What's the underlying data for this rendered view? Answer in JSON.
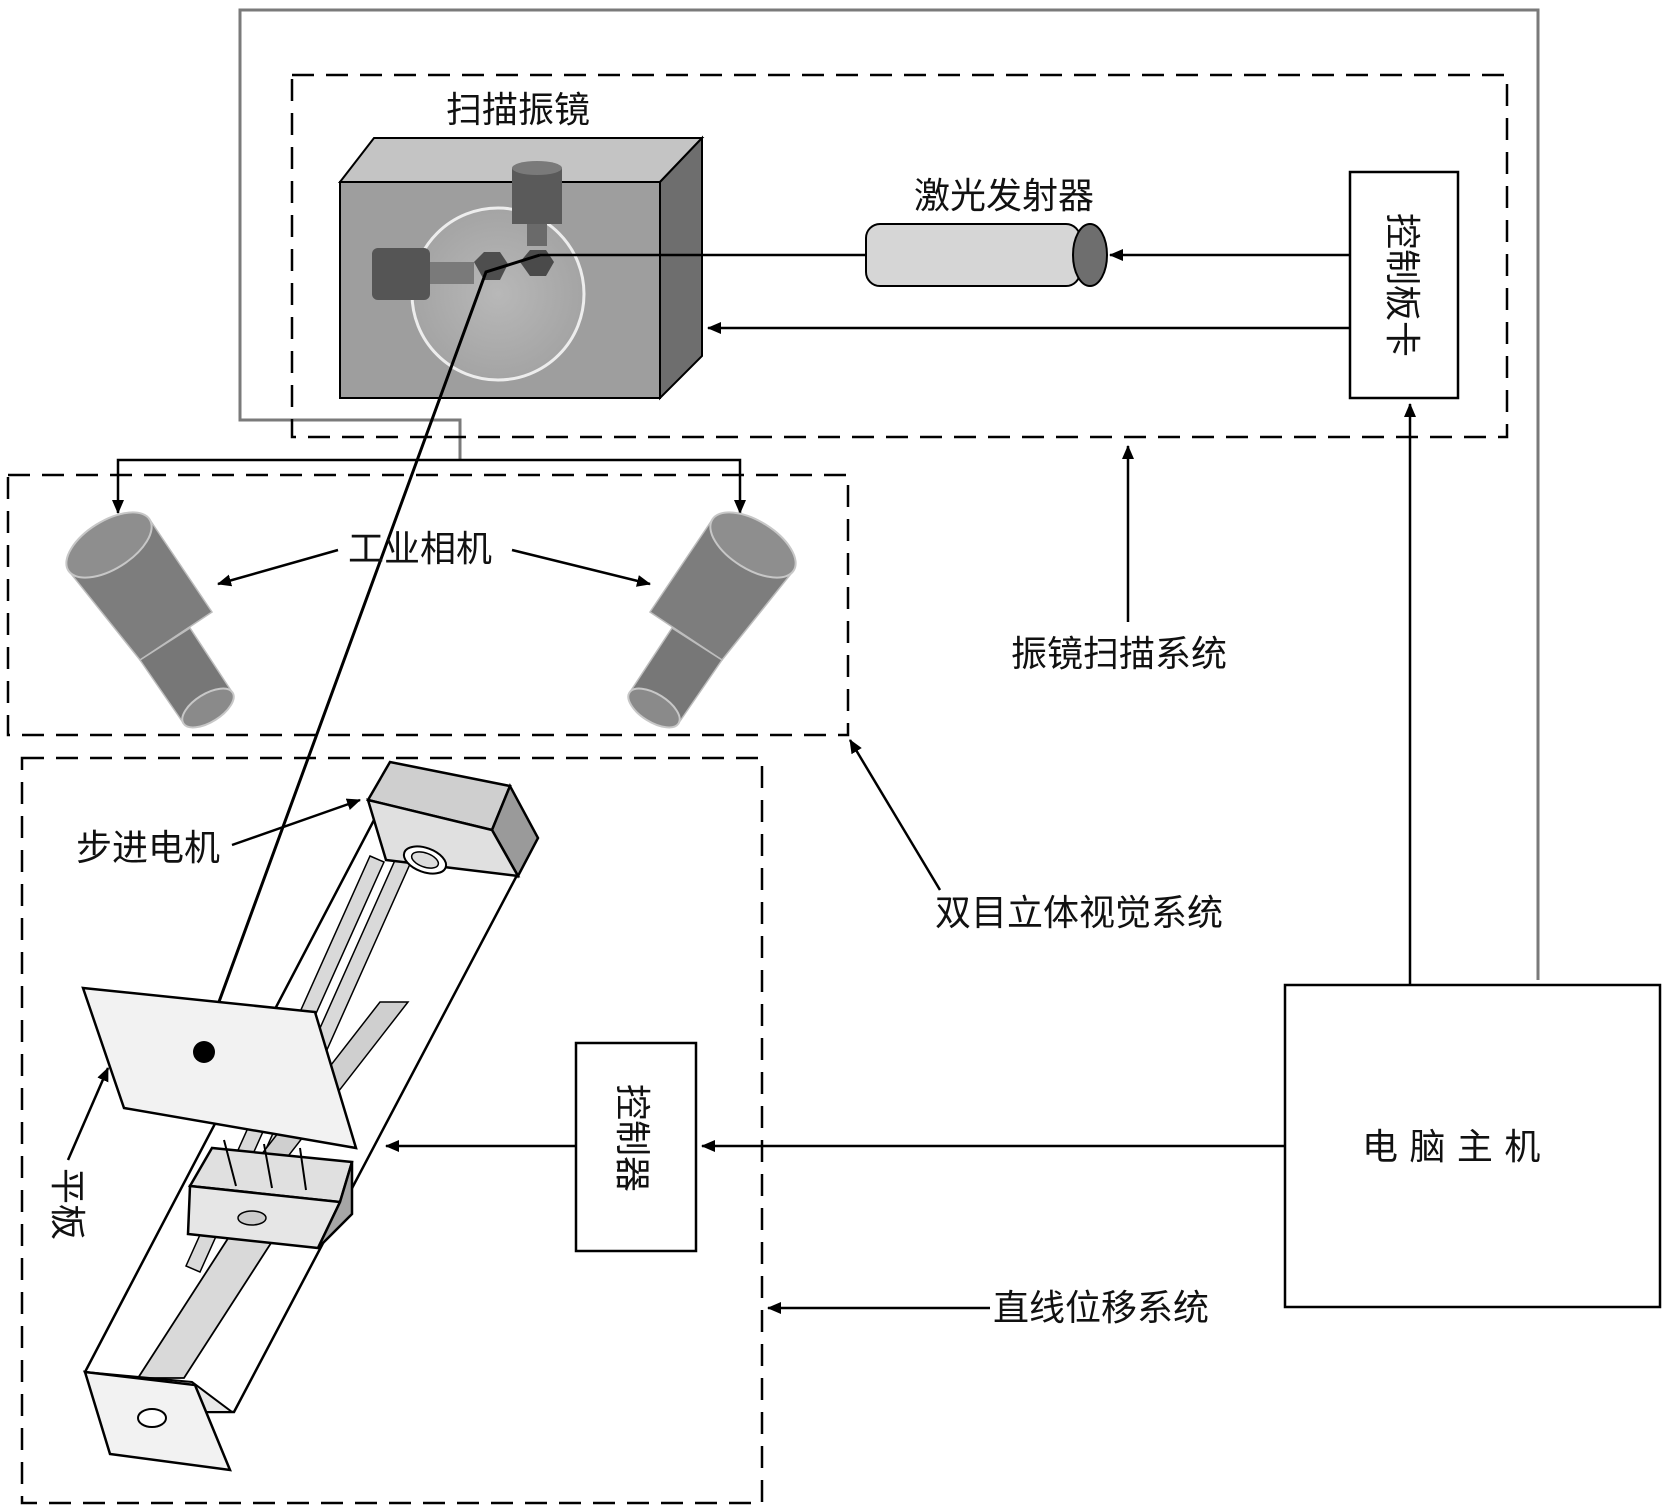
{
  "labels": {
    "scan_galvo": "扫描振镜",
    "laser_emitter": "激光发射器",
    "control_card": "控制板卡",
    "industrial_camera": "工业相机",
    "galvo_scan_system": "振镜扫描系统",
    "stepper_motor": "步进电机",
    "binocular_vision_system": "双目立体视觉系统",
    "controller": "控制器",
    "computer_host": "电 脑 主 机",
    "plate": "平板",
    "linear_displacement_system": "直线位移系统"
  },
  "colors": {
    "line": "#000000",
    "gray_border": "#7a7a7a",
    "galvo_front": "#9e9e9e",
    "galvo_top": "#c4c4c4",
    "galvo_side": "#6e6e6e",
    "camera": "#7d7d7d",
    "laser": "#d6d6d6",
    "rail_light": "#d9d9d9",
    "plate": "#f2f2f2"
  }
}
